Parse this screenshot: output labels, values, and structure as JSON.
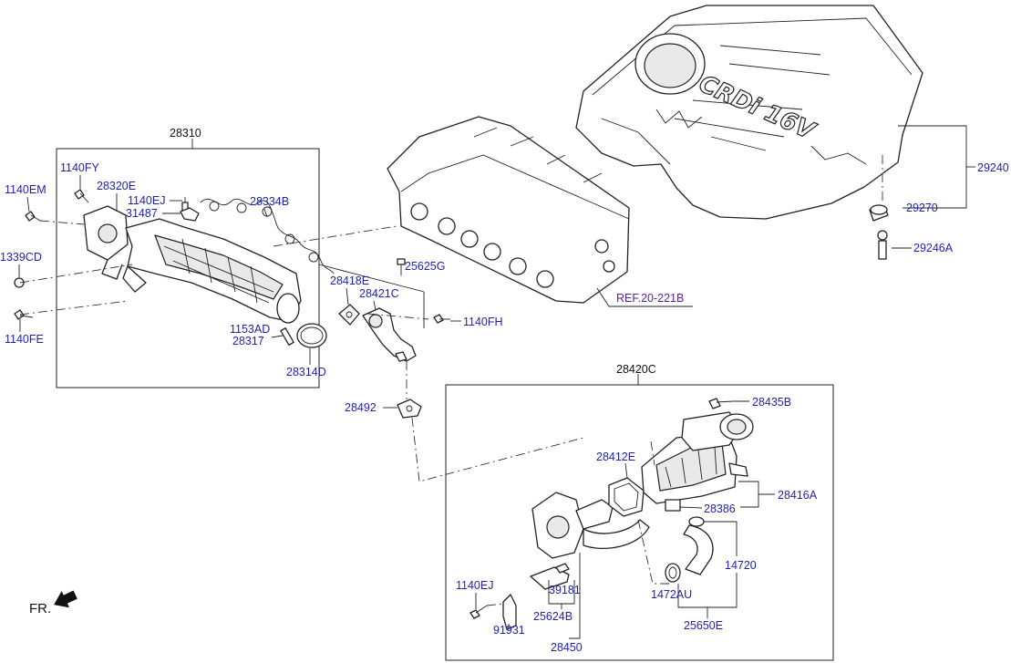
{
  "callouts": {
    "c28310": "28310",
    "c1140FY": "1140FY",
    "c1140EM": "1140EM",
    "c28320E": "28320E",
    "c1140EJ_top": "1140EJ",
    "c31487": "31487",
    "c28334B": "28334B",
    "c1339CD": "1339CD",
    "c1140FE": "1140FE",
    "c25625G": "25625G",
    "c28418E": "28418E",
    "c28421C": "28421C",
    "c1140FH": "1140FH",
    "c1153AD": "1153AD",
    "c28317": "28317",
    "c28314D": "28314D",
    "c28492": "28492",
    "c29240": "29240",
    "c29270": "29270",
    "c29246A": "29246A",
    "c28420C": "28420C",
    "c28435B": "28435B",
    "c28412E": "28412E",
    "c28416A": "28416A",
    "c28386": "28386",
    "c14720": "14720",
    "c1472AU": "1472AU",
    "c25650E": "25650E",
    "c1140EJ_bottom": "1140EJ",
    "c39181": "39181",
    "c25624B": "25624B",
    "c91931": "91931",
    "c28450": "28450"
  },
  "reference": "REF.20-221B",
  "engine_cover_logo": "CRDi 16V",
  "direction_marker": "FR.",
  "colors": {
    "callout_text": "#1f1fb0",
    "reference_text": "#5a1e9e",
    "line_art": "#222222"
  }
}
